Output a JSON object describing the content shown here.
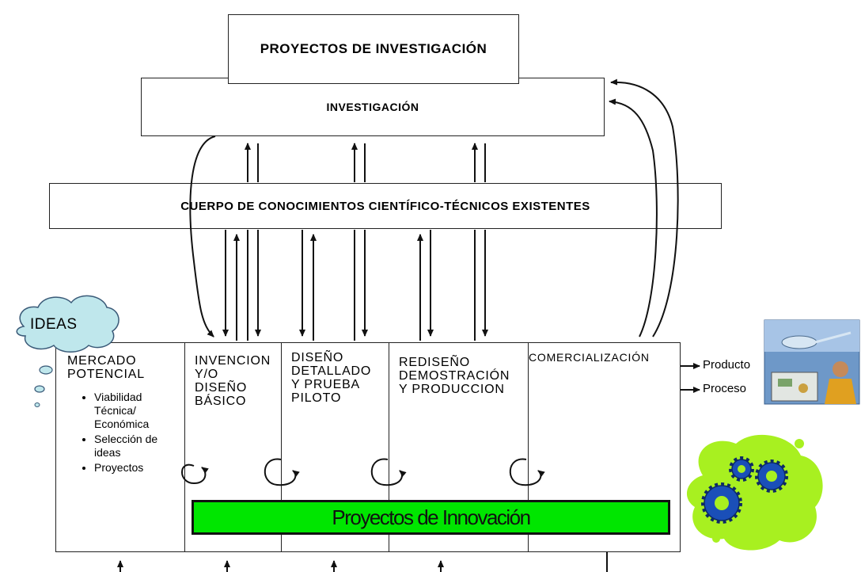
{
  "boxes": {
    "proyectos_investigacion": "PROYECTOS DE INVESTIGACIÓN",
    "investigacion": "INVESTIGACIÓN",
    "cuerpo_conocimientos": "CUERPO DE CONOCIMIENTOS CIENTÍFICO-TÉCNICOS  EXISTENTES"
  },
  "ideas_bubble": "IDEAS",
  "stages": [
    {
      "title": "MERCADO\nPOTENCIAL"
    },
    {
      "title": "INVENCION\nY/O\nDISEÑO\nBÁSICO"
    },
    {
      "title": "DISEÑO\nDETALLADO\nY PRUEBA\nPILOTO"
    },
    {
      "title": "REDISEÑO\nDEMOSTRACIÓN\nY PRODUCCION"
    },
    {
      "title": "COMERCIALIZACIÓN"
    }
  ],
  "mercado_bullets": [
    "Viabilidad Técnica/ Económica",
    "Selección de ideas",
    "Proyectos"
  ],
  "innovation_bar": "Proyectos de Innovación",
  "outputs": {
    "producto": "Producto",
    "proceso": "Proceso"
  },
  "icons": [
    "thought-cloud-icon",
    "lab-scene-icon",
    "gears-icon"
  ],
  "colors": {
    "innovation_bar": "#00e600",
    "gear_blob": "#a8f020",
    "gear": "#1a4fb8"
  }
}
